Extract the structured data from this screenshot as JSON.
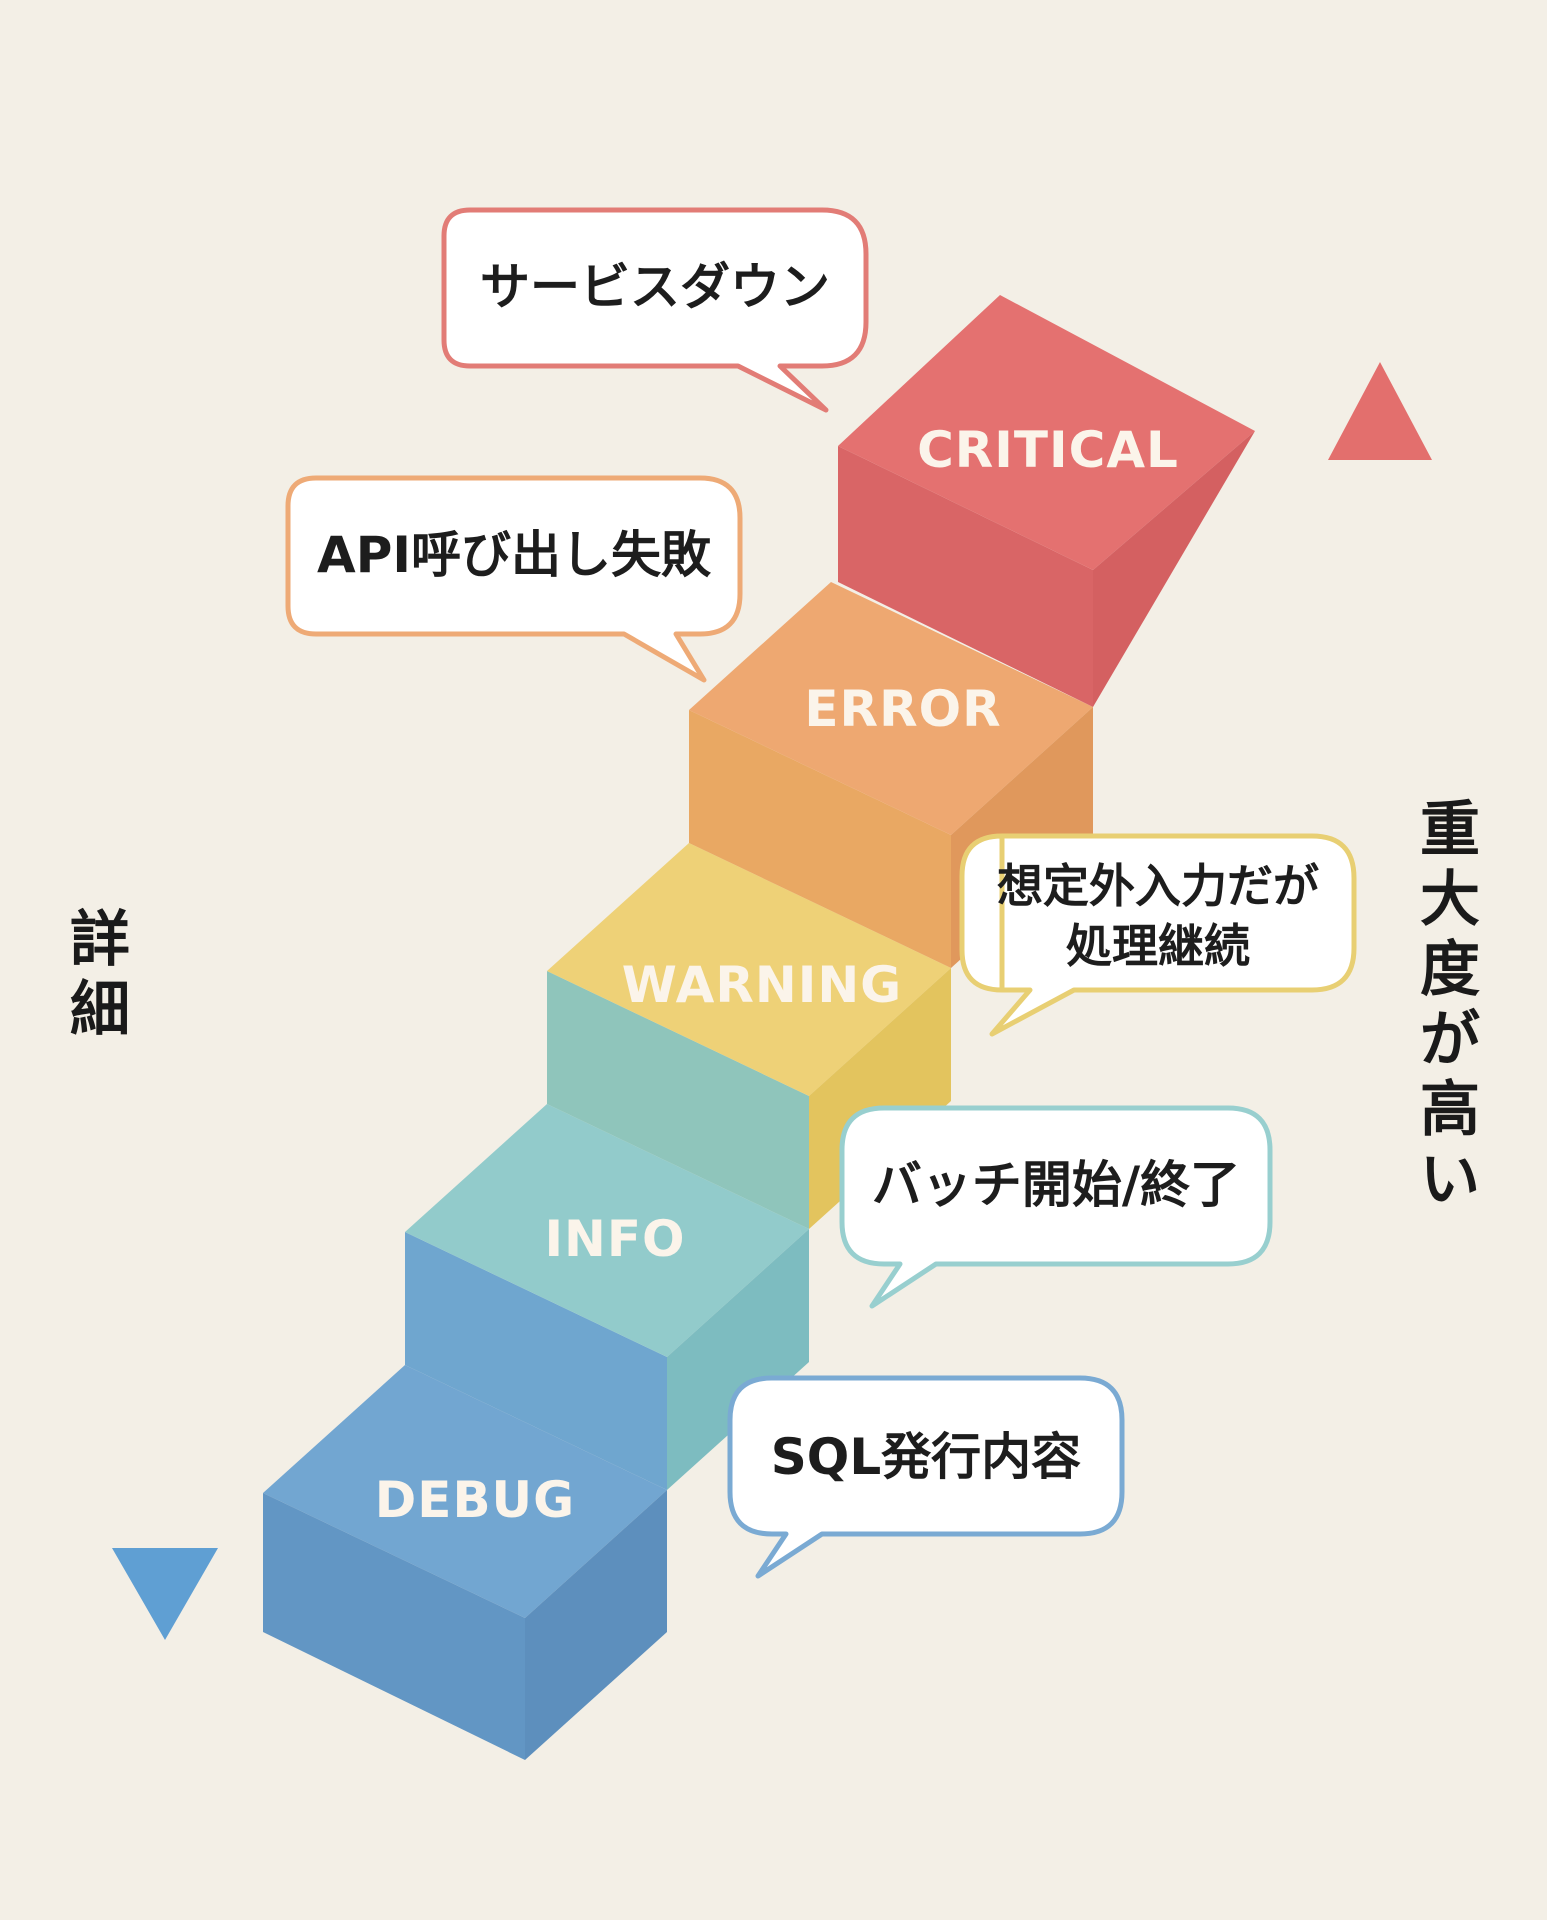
{
  "levels": [
    {
      "key": "debug",
      "label": "DEBUG",
      "note": "SQL発行内容",
      "color": "#6b9fcb"
    },
    {
      "key": "info",
      "label": "INFO",
      "note": "バッチ開始/終了",
      "color": "#8cc6c6"
    },
    {
      "key": "warning",
      "label": "WARNING",
      "note_line1": "想定外入力だが",
      "note_line2": "処理継続",
      "color": "#ebcc6d"
    },
    {
      "key": "error",
      "label": "ERROR",
      "note": "API呼び出し失敗",
      "color": "#eca36c"
    },
    {
      "key": "critical",
      "label": "CRITICAL",
      "note": "サービスダウン",
      "color": "#e36f6d"
    }
  ],
  "left_axis": {
    "char1": "詳",
    "char2": "細",
    "gradient": [
      "#dcd48a",
      "#5f9fd3"
    ]
  },
  "right_axis": {
    "char1": "重",
    "char2": "大",
    "char3": "度",
    "char4": "が",
    "char5": "高",
    "char6": "い",
    "gradient": [
      "#e36f6d",
      "#e8c85e"
    ]
  },
  "colors": {
    "background": "#f3efe6"
  }
}
